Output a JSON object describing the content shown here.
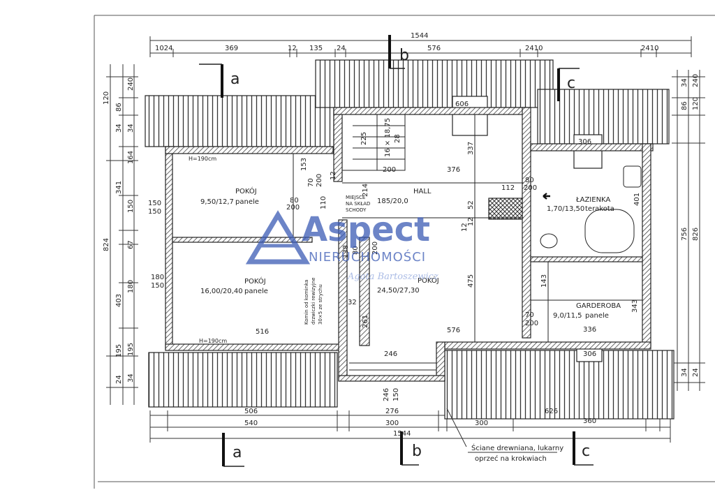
{
  "dimensions": {
    "top_total": "1544",
    "bottom_total": "1544",
    "top_row": [
      "1024",
      "369",
      "12",
      "135",
      "24",
      "576",
      "2410",
      "2410"
    ],
    "left_total": "824",
    "left_sections": [
      "341",
      "403",
      "195"
    ],
    "left_small": [
      "120",
      "86",
      "164",
      "150",
      "67",
      "180",
      "195",
      "34",
      "24",
      "240",
      "34",
      "34"
    ],
    "right_total": "756",
    "right_total_2": "826",
    "right_small": [
      "34",
      "240",
      "86",
      "120",
      "401",
      "343",
      "34",
      "24"
    ],
    "bottom_row": [
      "506",
      "276",
      "626"
    ],
    "bottom_row_2": [
      "540",
      "300",
      "300",
      "360"
    ],
    "inner": [
      "225",
      "16 × 18,75",
      "28",
      "337",
      "200",
      "376",
      "112",
      "200",
      "80",
      "52",
      "12",
      "214",
      "12",
      "153",
      "70",
      "200",
      "80",
      "200",
      "110",
      "138",
      "80",
      "200",
      "475",
      "143",
      "70",
      "200",
      "32",
      "261",
      "246",
      "150",
      "246",
      "516",
      "576",
      "336",
      "306",
      "306",
      "606",
      "180",
      "150",
      "150",
      "150",
      "12"
    ]
  },
  "ceiling_note_top": "H=190cm",
  "ceiling_note_bottom": "H=190cm",
  "rooms": [
    {
      "name": "POKÓJ",
      "area": "9,50/12,7",
      "finish": "panele"
    },
    {
      "name": "POKÓJ",
      "area": "16,00/20,40",
      "finish": "panele"
    },
    {
      "name": "HALL",
      "area": "185/20,0",
      "finish": ""
    },
    {
      "name": "POKÓJ",
      "area": "24,50/27,30",
      "finish": ""
    },
    {
      "name": "ŁAZIENKA",
      "area": "1,70/13,50",
      "finish": "terakota"
    },
    {
      "name": "GARDEROBA",
      "area": "9,0/11,5",
      "finish": "panele"
    }
  ],
  "stair_note": [
    "MIEJSCE",
    "NA SKŁAD",
    "SCHODY"
  ],
  "chimney_note": [
    "Komin od kominka",
    "drzwiczki rewizyjne",
    "30×5 ze strychu"
  ],
  "section_markers": {
    "a": "a",
    "b": "b",
    "c": "c"
  },
  "legend": {
    "line1": "Ściane drewniana, lukarny",
    "line2": "oprzeć na krokwiach"
  },
  "watermark": {
    "brand": "Aspect",
    "sub": "NIERUCHOMOŚCI",
    "signature": "Agata Bartoszewicz"
  },
  "colors": {
    "line": "#222222",
    "watermark_blue": "#3b5bb5",
    "watermark_light": "#8fa6dd",
    "wall_hatch": "#555555"
  }
}
